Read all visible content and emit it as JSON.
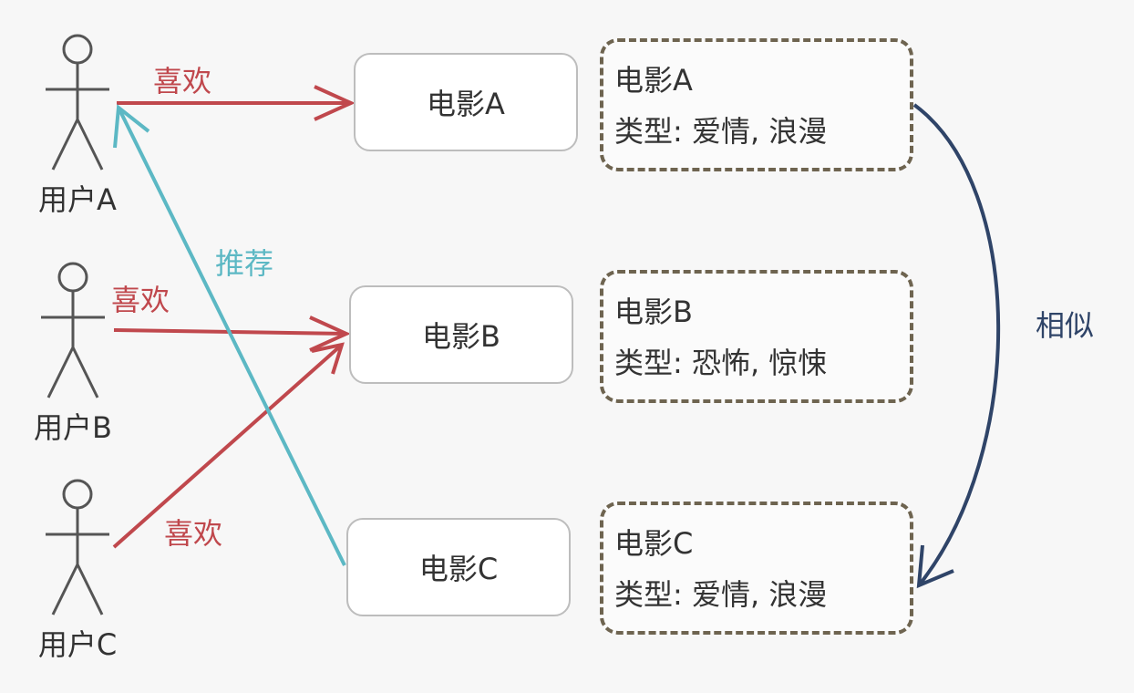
{
  "users": [
    {
      "label": "用户A"
    },
    {
      "label": "用户B"
    },
    {
      "label": "用户C"
    }
  ],
  "movies": [
    {
      "label": "电影A"
    },
    {
      "label": "电影B"
    },
    {
      "label": "电影C"
    }
  ],
  "cards": [
    {
      "title": "电影A",
      "type_line": "类型: 爱情, 浪漫"
    },
    {
      "title": "电影B",
      "type_line": "类型: 恐怖, 惊悚"
    },
    {
      "title": "电影C",
      "type_line": "类型: 爱情, 浪漫"
    }
  ],
  "edge_labels": {
    "like_a": "喜欢",
    "like_b": "喜欢",
    "like_c": "喜欢",
    "recommend": "推荐",
    "similar": "相似"
  },
  "colors": {
    "like": "#c0484d",
    "recommend": "#5cb8c4",
    "similar": "#2f4468",
    "card_border": "#6e6450"
  }
}
